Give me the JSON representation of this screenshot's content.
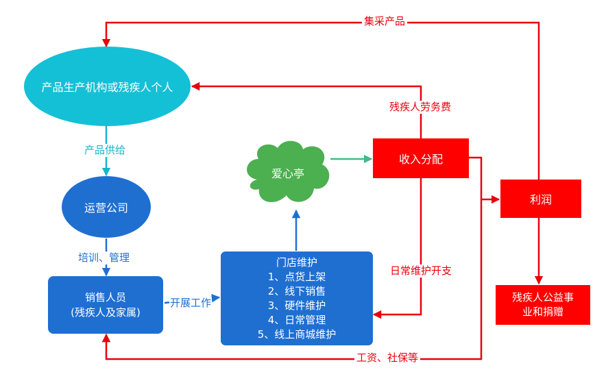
{
  "nodes": {
    "producer": "产品生产机构或残疾人个人",
    "operator": "运营公司",
    "sales": [
      "销售人员",
      "(残疾人及家属)"
    ],
    "store": [
      "门店维护",
      "1、点货上架",
      "2、线下销售",
      "3、硬件维护",
      "4、日常管理",
      "5、线上商城维护"
    ],
    "kiosk": "爱心亭",
    "income": "收入分配",
    "profit": "利润",
    "charity": [
      "残疾人公益事",
      "业和捐赠"
    ]
  },
  "edge_labels": {
    "procurement": "集采产品",
    "labor_fee": "残疾人劳务费",
    "supply": "产品供给",
    "training": "培训、管理",
    "work": "开展工作",
    "daily_cost": "日常维护开支",
    "wages": "工资、社保等"
  },
  "colors": {
    "cyan_ellipse": "#14c0d6",
    "blue_node": "#1f6fd1",
    "green_cloud": "#4caf50",
    "red_box": "#ff0000",
    "red_line": "#e8000b",
    "cyan_line": "#14b6c8",
    "green_line": "#3dbd84"
  }
}
